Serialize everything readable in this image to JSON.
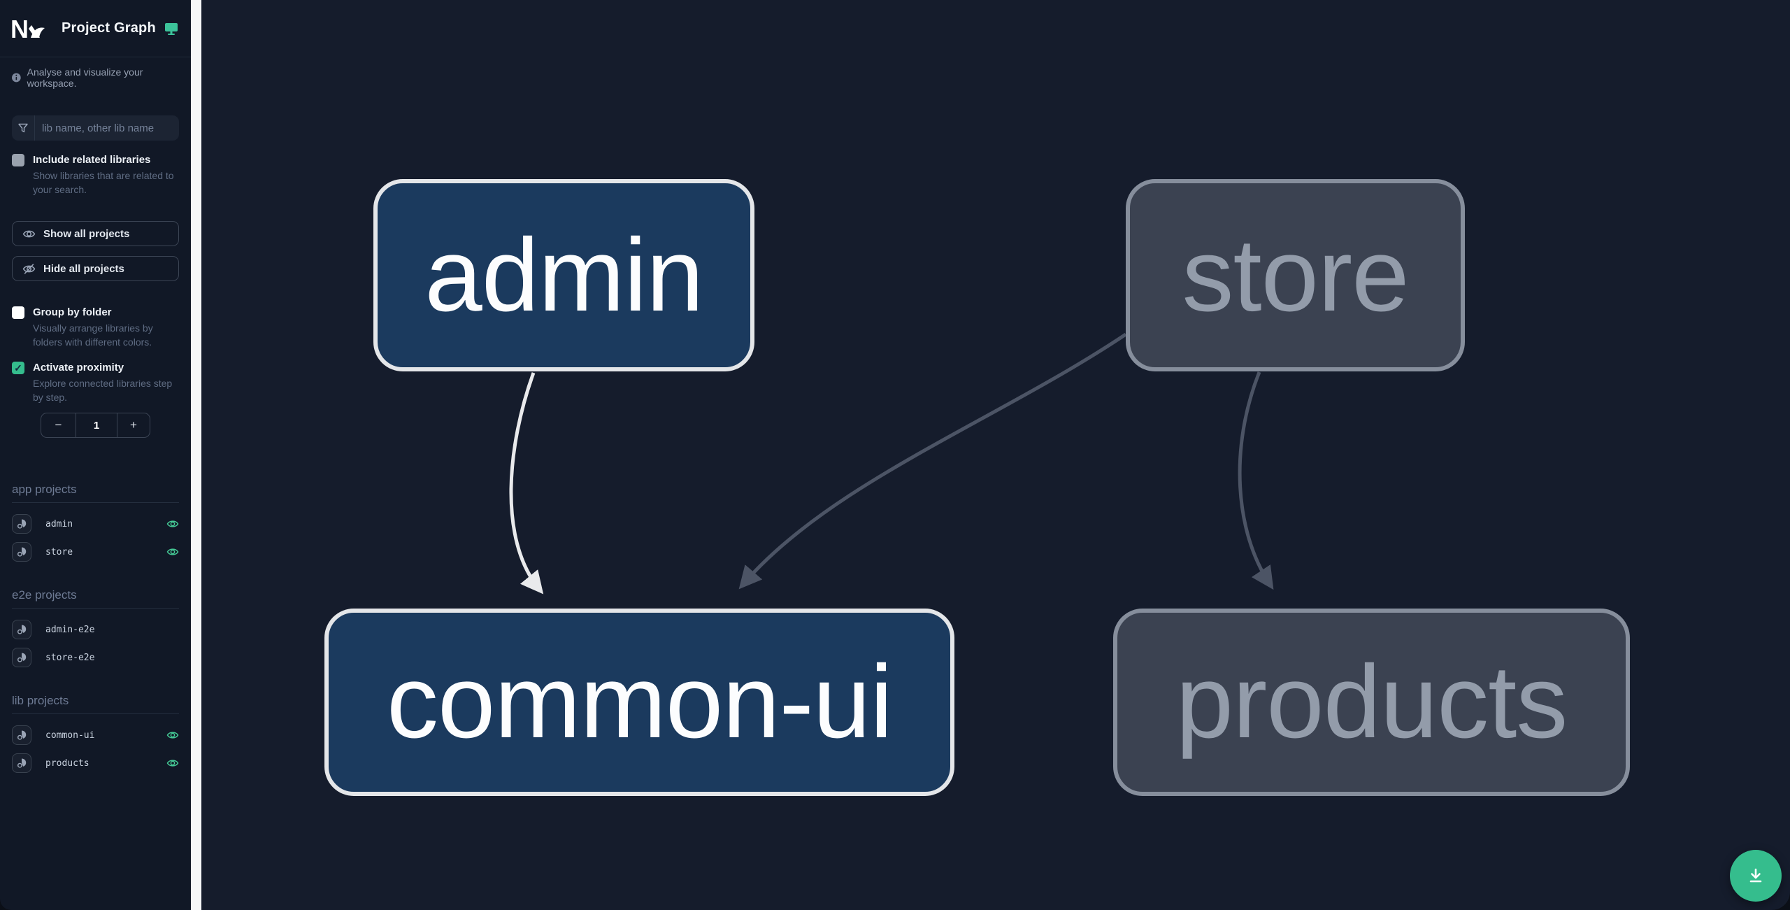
{
  "header": {
    "title": "Project Graph"
  },
  "sidebar": {
    "tagline": "Analyse and visualize your workspace.",
    "search_placeholder": "lib name, other lib name",
    "checkboxes": {
      "include_related": {
        "label": "Include related libraries",
        "description": "Show libraries that are related to your search.",
        "checked": false,
        "disabled": true
      },
      "group_by_folder": {
        "label": "Group by folder",
        "description": "Visually arrange libraries by folders with different colors.",
        "checked": false
      },
      "activate_proximity": {
        "label": "Activate proximity",
        "description": "Explore connected libraries step by step.",
        "checked": true
      }
    },
    "buttons": {
      "show_all": "Show all projects",
      "hide_all": "Hide all projects"
    },
    "stepper": {
      "decrement": "−",
      "increment": "+"
    },
    "proximity_value": "1",
    "sections": [
      {
        "title": "app projects",
        "items": [
          {
            "name": "admin",
            "visible": true
          },
          {
            "name": "store",
            "visible": true
          }
        ]
      },
      {
        "title": "e2e projects",
        "items": [
          {
            "name": "admin-e2e",
            "visible": false
          },
          {
            "name": "store-e2e",
            "visible": false
          }
        ]
      },
      {
        "title": "lib projects",
        "items": [
          {
            "name": "common-ui",
            "visible": true
          },
          {
            "name": "products",
            "visible": true
          }
        ]
      }
    ]
  },
  "graph": {
    "nodes": [
      {
        "label": "admin",
        "state": "focused"
      },
      {
        "label": "store",
        "state": "muted"
      },
      {
        "label": "common-ui",
        "state": "focused"
      },
      {
        "label": "products",
        "state": "muted"
      }
    ],
    "edges": [
      {
        "from": "admin",
        "to": "common-ui",
        "tone": "light"
      },
      {
        "from": "store",
        "to": "common-ui",
        "tone": "dark"
      },
      {
        "from": "store",
        "to": "products",
        "tone": "dark"
      }
    ]
  },
  "fab": {
    "action": "download-graph-image"
  },
  "theme": {
    "accent": "#35bd8d",
    "sidebar_bg": "#111826",
    "canvas_bg": "#151c2c",
    "focused_fill": "#1b3a5e",
    "focused_border": "#e4e6e9",
    "focused_text": "#fcfdfe",
    "muted_fill": "#3b4251",
    "muted_border": "#868e9c",
    "muted_text": "#939caa",
    "edge_light": "#e9eaec",
    "edge_dark": "#4c5465",
    "eye_green": "#45c995"
  }
}
